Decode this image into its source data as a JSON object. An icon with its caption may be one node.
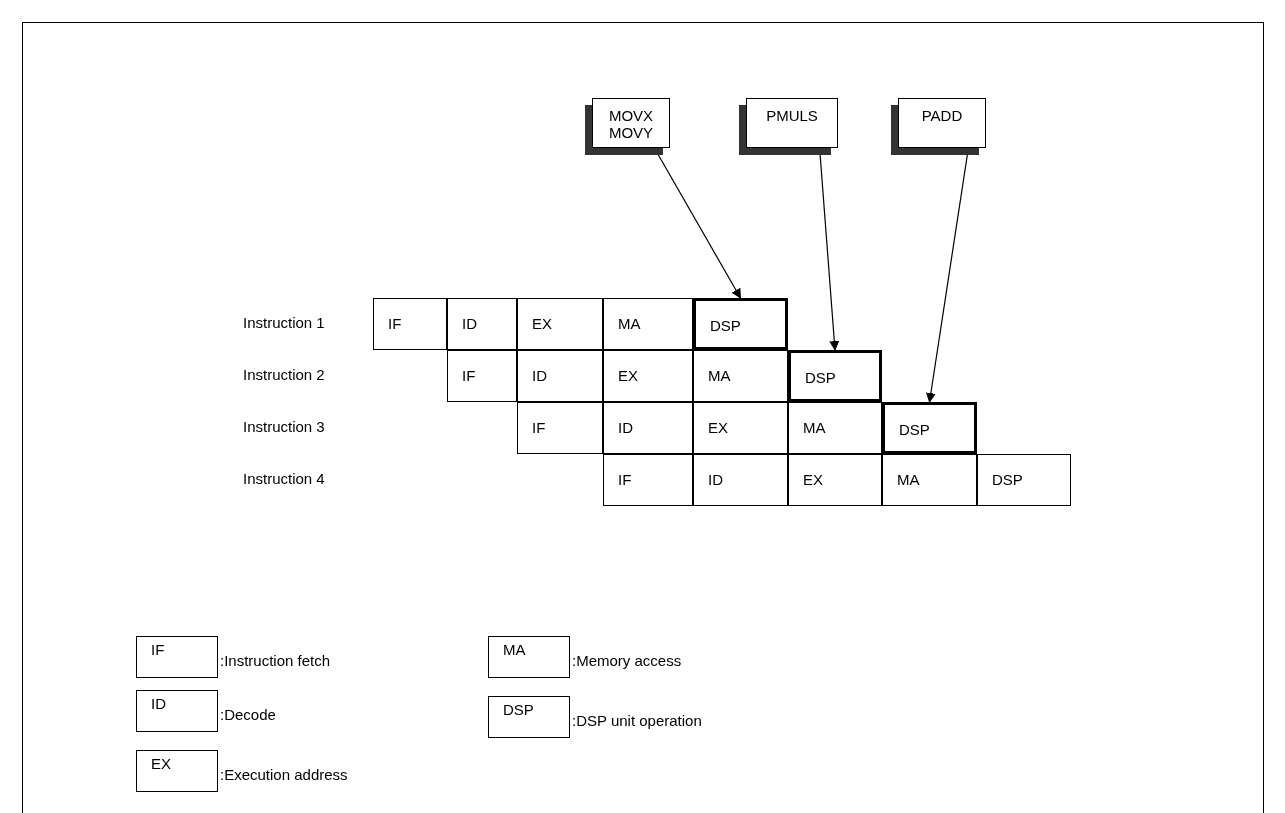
{
  "diagram": {
    "nodes": [
      {
        "text": [
          "MOVX MOVY"
        ]
      },
      {
        "text": [
          "PMULS"
        ]
      },
      {
        "text": [
          "PADD"
        ]
      },
      {
        "text": [
          "IF"
        ]
      },
      {
        "text": [
          "ID"
        ]
      },
      {
        "text": [
          "EX"
        ]
      },
      {
        "text": [
          "MA"
        ]
      },
      {
        "text": [
          "DSP"
        ]
      },
      {
        "text": [
          "IF"
        ]
      },
      {
        "text": [
          "ID"
        ]
      },
      {
        "text": [
          "EX"
        ]
      },
      {
        "text": [
          "MA"
        ]
      },
      {
        "text": [
          "DSP"
        ]
      },
      {
        "text": [
          "IF"
        ]
      },
      {
        "text": [
          "ID"
        ]
      },
      {
        "text": [
          "EX"
        ]
      },
      {
        "text": [
          "MA"
        ]
      },
      {
        "text": [
          "DSP"
        ]
      },
      {
        "text": [
          "IF"
        ]
      },
      {
        "text": [
          "ID"
        ]
      },
      {
        "text": [
          "EX"
        ]
      },
      {
        "text": [
          "MA"
        ]
      },
      {
        "text": [
          "DSP"
        ]
      },
      {
        "text": [
          "IF"
        ],
        "beside": [
          ":Instruction fetch"
        ]
      },
      {
        "text": [
          "MA"
        ],
        "beside": [
          ":Memory access"
        ]
      },
      {
        "text": [
          "ID"
        ],
        "beside": [
          ":Decode"
        ]
      },
      {
        "text": [
          "DSP"
        ],
        "beside": [
          ":DSP unit operation"
        ]
      },
      {
        "text": [
          "EX"
        ],
        "beside": [
          ":Execution address"
        ]
      }
    ],
    "edges": [
      {
        "from": 0,
        "to": 7,
        "arrow": "to"
      },
      {
        "from": 1,
        "to": 12,
        "arrow": "to"
      },
      {
        "from": 2,
        "to": 17,
        "arrow": "to"
      }
    ],
    "labels": [
      "Instruction 1",
      "Instruction 2",
      "Instruction 3",
      "Instruction 4"
    ]
  }
}
